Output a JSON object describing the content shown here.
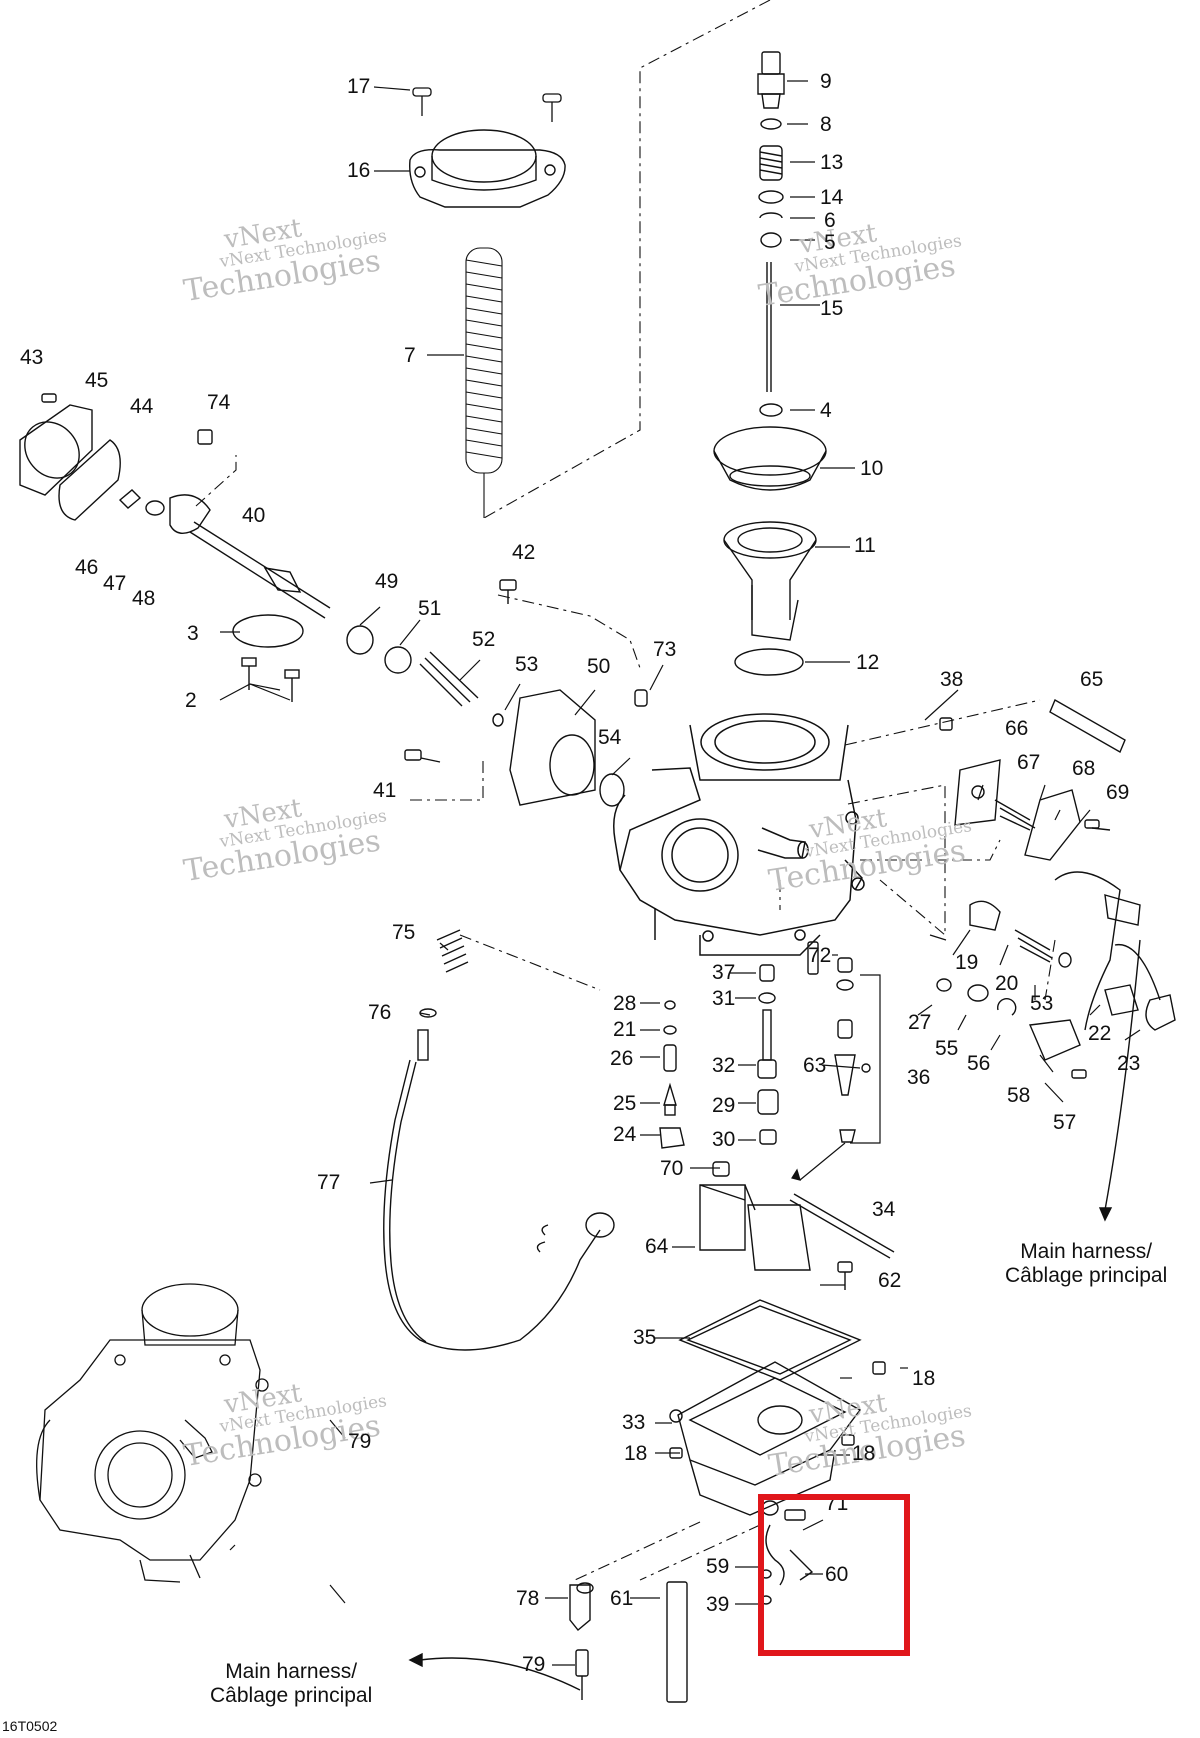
{
  "diagram": {
    "drawing_code": "16T0502",
    "watermark": {
      "line1": "vNext",
      "line2": "vNext Technologies",
      "line3": "Technologies"
    },
    "harness_right": {
      "line1": "Main harness/",
      "line2": "Câblage principal"
    },
    "harness_left": {
      "line1": "Main harness/",
      "line2": "Câblage principal"
    },
    "highlight_color": "#e0161b",
    "callouts": [
      "17",
      "9",
      "8",
      "16",
      "13",
      "14",
      "6",
      "5",
      "15",
      "7",
      "43",
      "45",
      "44",
      "74",
      "4",
      "10",
      "40",
      "46",
      "47",
      "48",
      "11",
      "42",
      "49",
      "51",
      "3",
      "52",
      "50",
      "53",
      "73",
      "12",
      "38",
      "65",
      "2",
      "54",
      "66",
      "67",
      "68",
      "69",
      "41",
      "75",
      "72",
      "37",
      "19",
      "76",
      "28",
      "31",
      "20",
      "21",
      "27",
      "53",
      "22",
      "26",
      "32",
      "63",
      "36",
      "55",
      "56",
      "23",
      "25",
      "29",
      "58",
      "57",
      "24",
      "30",
      "70",
      "77",
      "34",
      "64",
      "62",
      "35",
      "18",
      "33",
      "18",
      "18",
      "79",
      "71",
      "59",
      "60",
      "78",
      "61",
      "39",
      "79"
    ]
  }
}
